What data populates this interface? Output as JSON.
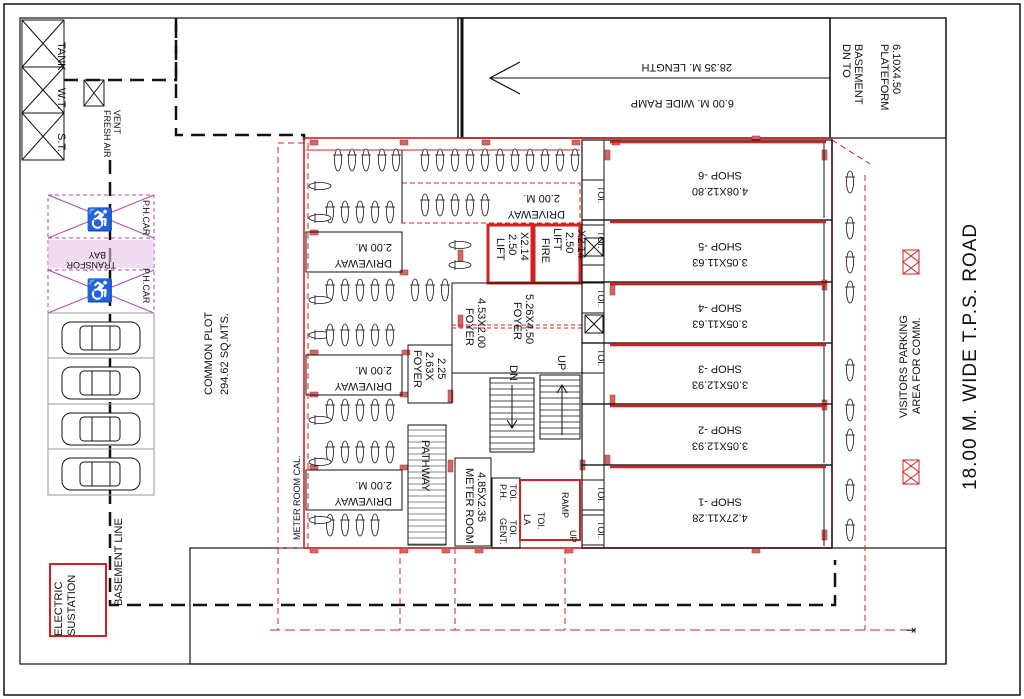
{
  "colors": {
    "line": "#111111",
    "wall_red": "#d32020",
    "wall_fill": "#c96a6a",
    "accessible_purple": "#b04ab0",
    "gray": "#9a9a9a"
  },
  "labels": {
    "tank": "TANK",
    "wt": "W.T.",
    "st": "S.T.",
    "fresh_air_vent": [
      "FRESH AIR",
      "VENT"
    ],
    "ramp": [
      "6.00 M. WIDE RAMP",
      "28.35 M. LENGTH"
    ],
    "dn_to_basement": [
      "DN TO",
      "BASEMENT"
    ],
    "plateform": [
      "PLATEFORM",
      "6.10X4.50"
    ],
    "road": "18.00 M. WIDE  T.P.S. ROAD",
    "visitors_parking": [
      "VISITORS PARKING",
      "AREA FOR COMM."
    ],
    "ph_car": "P.H.CAR",
    "transfor_bay": [
      "TRANSFOR",
      "BAY"
    ],
    "common_plot": [
      "COMMON PLOT",
      "294.62  SQ.MTS."
    ],
    "basement_line": "BASEMENT LINE",
    "electric_substation": [
      "ELECTRIC",
      "SUSTATION"
    ],
    "meter_room_cal": "METER ROOM CAL.",
    "driveway": [
      "2.00 M.",
      "DRIVEWAY"
    ],
    "lift": [
      "LIFT",
      "2.50",
      "X2.14"
    ],
    "fire_lift": [
      "FIRE",
      "LIFT",
      "2.50",
      "X2.14"
    ],
    "foyer_a": [
      "FOYER",
      "4.53X2.00"
    ],
    "foyer_b": [
      "FOYER",
      "5.26X4.50"
    ],
    "foyer_c": [
      "FOYER",
      "2.63X",
      "2.25"
    ],
    "pathway": "PATHWAY",
    "meter_room": [
      "METER ROOM",
      "4.85X2.35"
    ],
    "dn": "DN",
    "up": "UP",
    "ph": [
      "P.H.",
      "TOI."
    ],
    "gent_toi": [
      "GENT.",
      "TOI."
    ],
    "la": "LA",
    "toi": "TOI.",
    "ramp_small": "RAMP",
    "up_small": "UP",
    "shops": [
      {
        "name": "SHOP -6",
        "size": "4.08X12.80"
      },
      {
        "name": "SHOP -5",
        "size": "3.05X11.63"
      },
      {
        "name": "SHOP -4",
        "size": "3.05X11.63"
      },
      {
        "name": "SHOP -3",
        "size": "3.05X12.93"
      },
      {
        "name": "SHOP -2",
        "size": "3.05X12.93"
      },
      {
        "name": "SHOP -1",
        "size": "4.27X11.28"
      }
    ]
  }
}
